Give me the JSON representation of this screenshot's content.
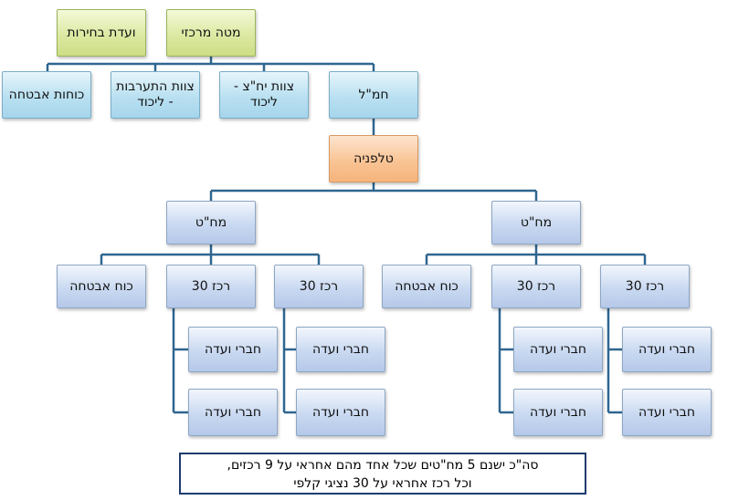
{
  "top": {
    "hq": "מטה מרכזי",
    "elections_committee": "ועדת בחירות"
  },
  "second_row": {
    "hamal": "חמ\"ל",
    "yahatz_team": "צוות יח\"צ - ליכוד",
    "intervention_team": "צוות התערבות - ליכוד",
    "security_forces": "כוחות אבטחה"
  },
  "telephony": "טלפניה",
  "branches": [
    {
      "mahat": "מח\"ט",
      "security": "כוח אבטחה",
      "coordinators": [
        {
          "label": "רכז 30",
          "members": [
            "חברי ועדה",
            "חברי ועדה"
          ]
        },
        {
          "label": "רכז 30",
          "members": [
            "חברי ועדה",
            "חברי ועדה"
          ]
        }
      ]
    },
    {
      "mahat": "מח\"ט",
      "security": "כוח אבטחה",
      "coordinators": [
        {
          "label": "רכז 30",
          "members": [
            "חברי ועדה",
            "חברי ועדה"
          ]
        },
        {
          "label": "רכז 30",
          "members": [
            "חברי ועדה",
            "חברי ועדה"
          ]
        }
      ]
    }
  ],
  "summary": {
    "line1": "סה\"כ ישנם  5 מח\"טים שכל אחד מהם אחראי על  9 רכזים,",
    "line2": "וכל רכז אחראי על 30 נציגי קלפי"
  },
  "colors": {
    "connector": "#2f6690",
    "summary_border": "#1f3b6e"
  }
}
